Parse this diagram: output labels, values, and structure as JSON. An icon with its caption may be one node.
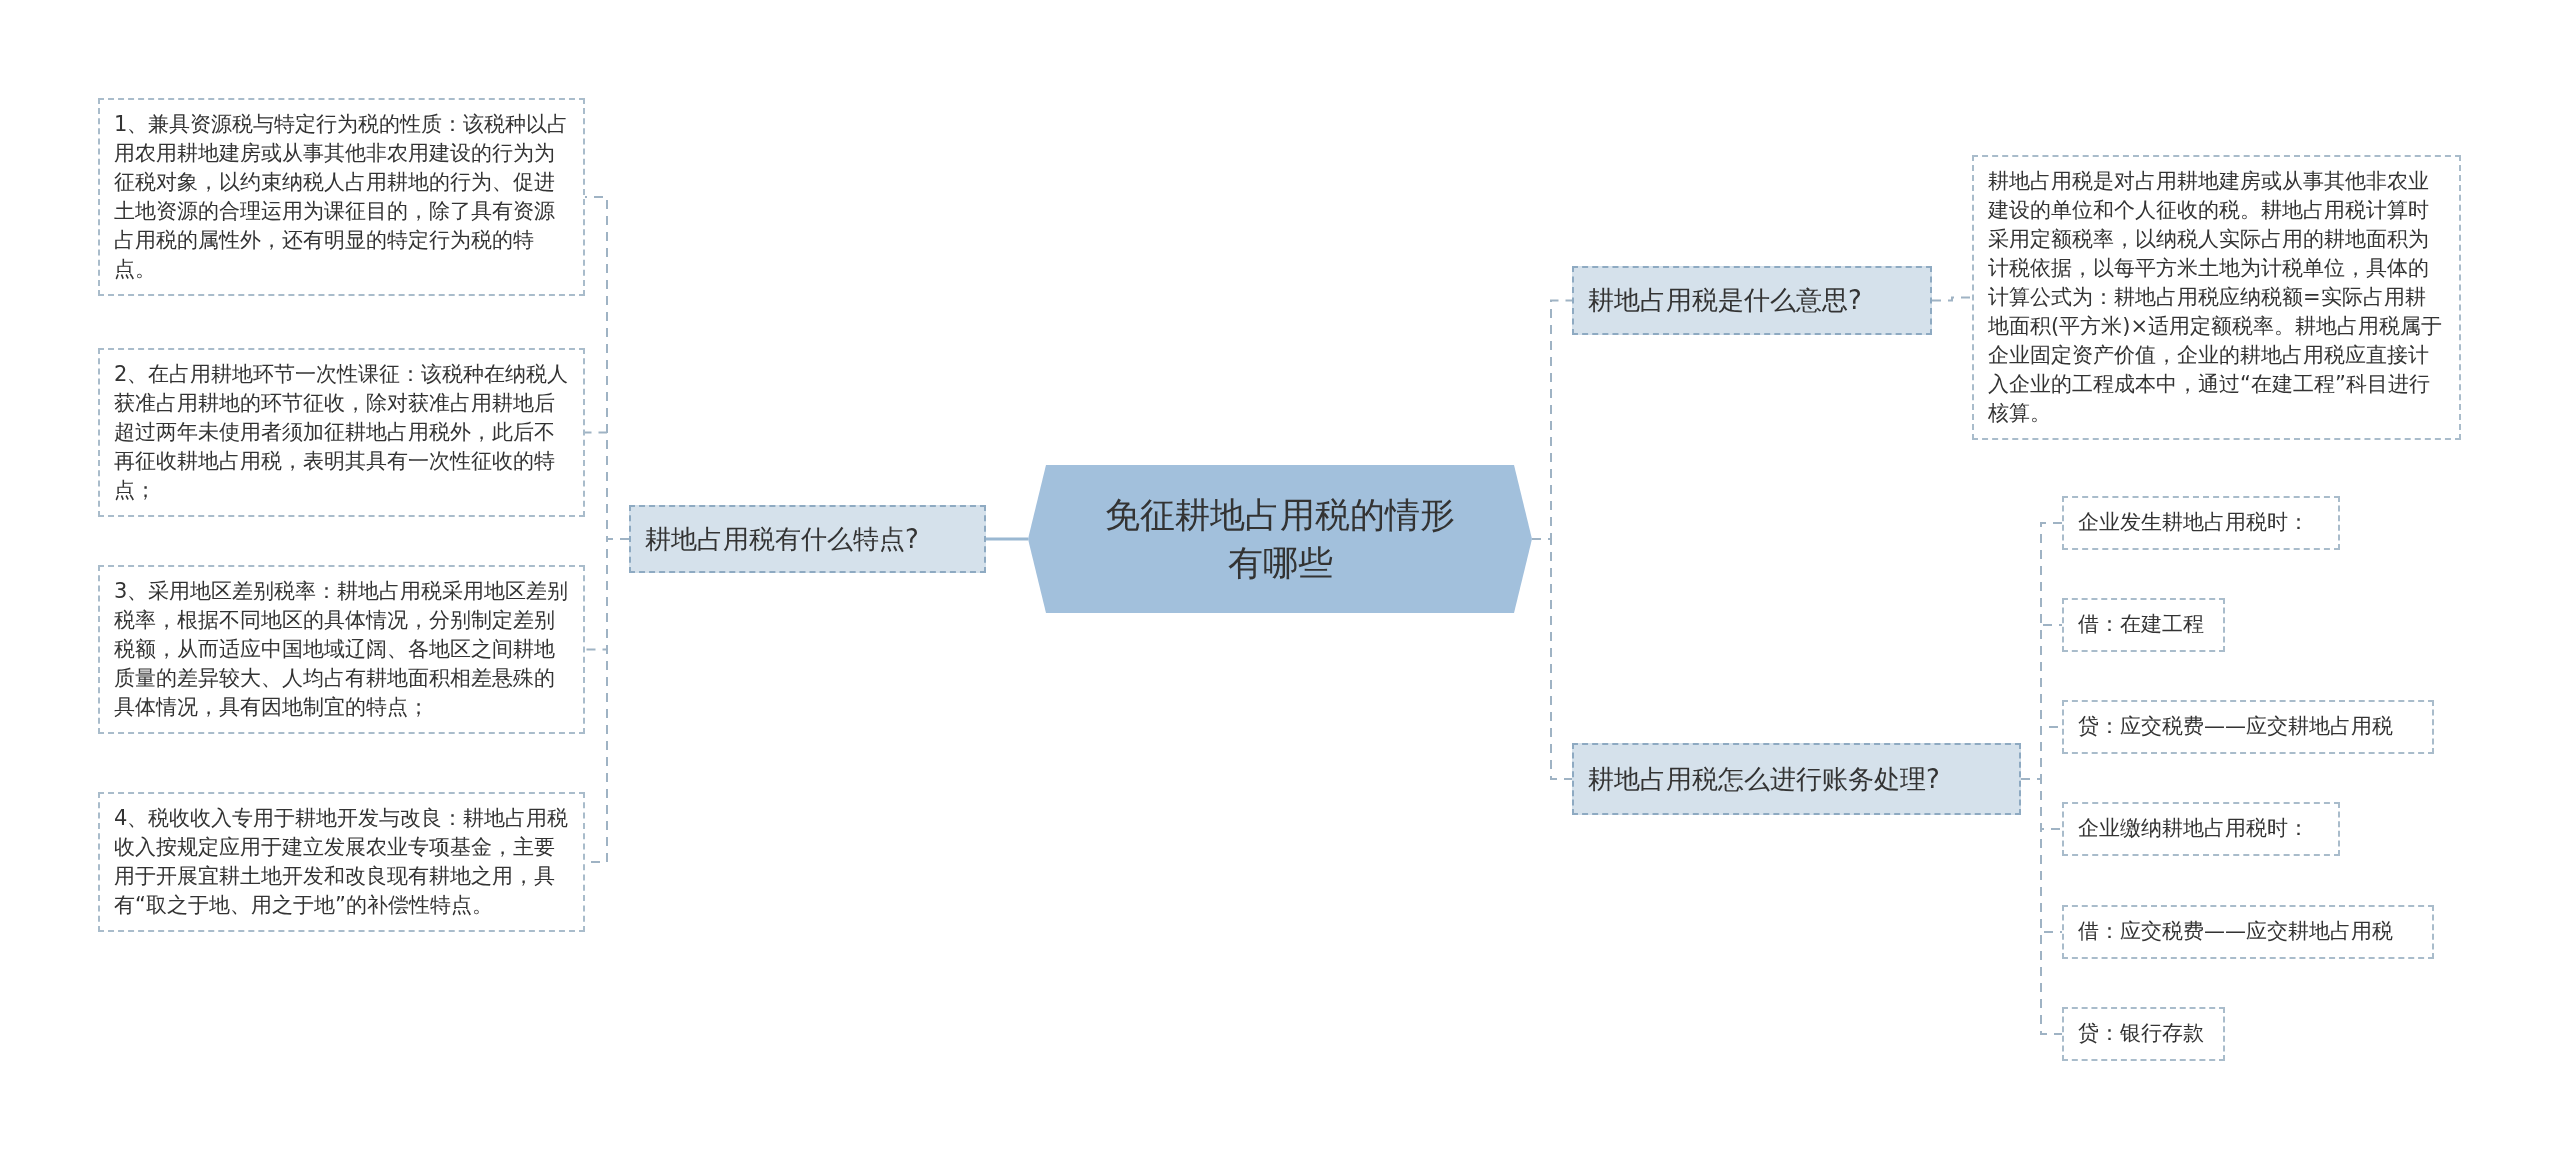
{
  "diagram": {
    "nodes": [
      {
        "text": [
          "免征耕地占用税的情形有哪些"
        ]
      },
      {
        "text": [
          "耕地占用税有什么特点?"
        ]
      },
      {
        "text": [
          "1、兼具资源税与特定行为税的性质：该税种以占用农用耕地建房或从事其他非农用建设的行为为征税对象，以约束纳税人占用耕地的行为、促进土地资源的合理运用为课征目的，除了具有资源占用税的属性外，还有明显的特定行为税的特点。"
        ]
      },
      {
        "text": [
          "2、在占用耕地环节一次性课征：该税种在纳税人获准占用耕地的环节征收，除对获准占用耕地后超过两年未使用者须加征耕地占用税外，此后不再征收耕地占用税，表明其具有一次性征收的特点；"
        ]
      },
      {
        "text": [
          "3、采用地区差别税率：耕地占用税采用地区差别税率，根据不同地区的具体情况，分别制定差别税额，从而适应中国地域辽阔、各地区之间耕地质量的差异较大、人均占有耕地面积相差悬殊的具体情况，具有因地制宜的特点；"
        ]
      },
      {
        "text": [
          "4、税收收入专用于耕地开发与改良：耕地占用税收入按规定应用于建立发展农业专项基金，主要用于开展宜耕土地开发和改良现有耕地之用，具有“取之于地、用之于地”的补偿性特点。"
        ]
      },
      {
        "text": [
          "耕地占用税是什么意思?"
        ]
      },
      {
        "text": [
          "耕地占用税是对占用耕地建房或从事其他非农业建设的单位和个人征收的税。耕地占用税计算时采用定额税率，以纳税人实际占用的耕地面积为计税依据，以每平方米土地为计税单位，具体的计算公式为：耕地占用税应纳税额=实际占用耕地面积(平方米)×适用定额税率。耕地占用税属于企业固定资产价值，企业的耕地占用税应直接计入企业的工程成本中，通过“在建工程”科目进行核算。"
        ]
      },
      {
        "text": [
          "耕地占用税怎么进行账务处理?"
        ]
      },
      {
        "text": [
          "企业发生耕地占用税时："
        ]
      },
      {
        "text": [
          "借：在建工程"
        ]
      },
      {
        "text": [
          "贷：应交税费——应交耕地占用税"
        ]
      },
      {
        "text": [
          "企业缴纳耕地占用税时："
        ]
      },
      {
        "text": [
          "借：应交税费——应交耕地占用税"
        ]
      },
      {
        "text": [
          "贷：银行存款"
        ]
      }
    ],
    "edges": [
      {
        "from": 0,
        "to": 1,
        "arrow": "none"
      },
      {
        "from": 1,
        "to": 2,
        "arrow": "none",
        "style": "dashed"
      },
      {
        "from": 1,
        "to": 3,
        "arrow": "none",
        "style": "dashed"
      },
      {
        "from": 1,
        "to": 4,
        "arrow": "none",
        "style": "dashed"
      },
      {
        "from": 1,
        "to": 5,
        "arrow": "none",
        "style": "dashed"
      },
      {
        "from": 0,
        "to": 6,
        "arrow": "none",
        "style": "dashed"
      },
      {
        "from": 0,
        "to": 8,
        "arrow": "none",
        "style": "dashed"
      },
      {
        "from": 6,
        "to": 7,
        "arrow": "none",
        "style": "dashed"
      },
      {
        "from": 8,
        "to": 9,
        "arrow": "none",
        "style": "dashed"
      },
      {
        "from": 8,
        "to": 10,
        "arrow": "none",
        "style": "dashed"
      },
      {
        "from": 8,
        "to": 11,
        "arrow": "none",
        "style": "dashed"
      },
      {
        "from": 8,
        "to": 12,
        "arrow": "none",
        "style": "dashed"
      },
      {
        "from": 8,
        "to": 13,
        "arrow": "none",
        "style": "dashed"
      },
      {
        "from": 8,
        "to": 14,
        "arrow": "none",
        "style": "dashed"
      }
    ]
  }
}
